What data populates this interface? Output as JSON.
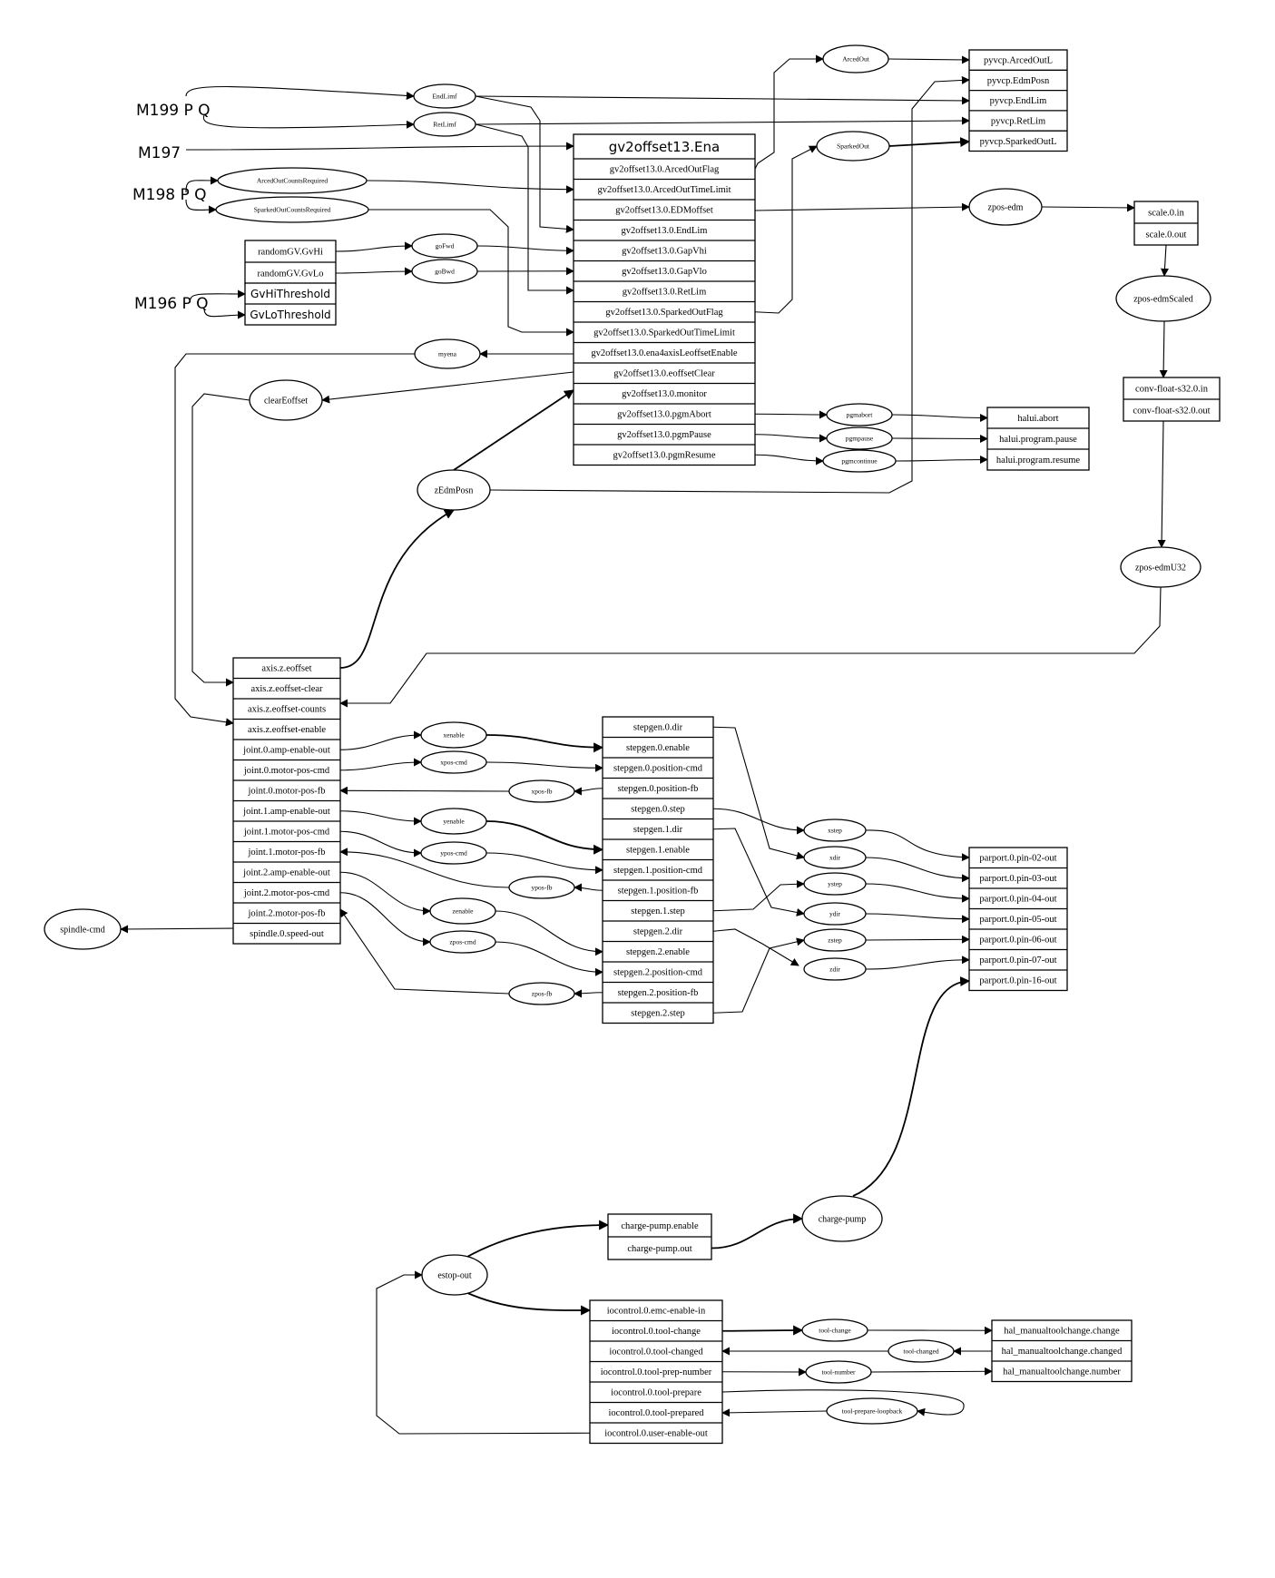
{
  "mcodes": [
    "M199 P Q",
    "M197",
    "M198 P Q",
    "M196 P Q"
  ],
  "boxes": {
    "gv2offset": {
      "title": "gv2offset13.Ena",
      "rows": [
        "gv2offset13.0.ArcedOutFlag",
        "gv2offset13.0.ArcedOutTimeLimit",
        "gv2offset13.0.EDMoffset",
        "gv2offset13.0.EndLim",
        "gv2offset13.0.GapVhi",
        "gv2offset13.0.GapVlo",
        "gv2offset13.0.RetLim",
        "gv2offset13.0.SparkedOutFlag",
        "gv2offset13.0.SparkedOutTimeLimit",
        "gv2offset13.0.ena4axisLeoffsetEnable",
        "gv2offset13.0.eoffsetClear",
        "gv2offset13.0.monitor",
        "gv2offset13.0.pgmAbort",
        "gv2offset13.0.pgmPause",
        "gv2offset13.0.pgmResume"
      ]
    },
    "pyvcp": {
      "rows": [
        "pyvcp.ArcedOutL",
        "pyvcp.EdmPosn",
        "pyvcp.EndLim",
        "pyvcp.RetLim",
        "pyvcp.SparkedOutL"
      ]
    },
    "random": {
      "rows": [
        "randomGV.GvHi",
        "randomGV.GvLo"
      ]
    },
    "threshold": {
      "rows": [
        "GvHiThreshold",
        "GvLoThreshold"
      ]
    },
    "scale": {
      "rows": [
        "scale.0.in",
        "scale.0.out"
      ]
    },
    "conv": {
      "rows": [
        "conv-float-s32.0.in",
        "conv-float-s32.0.out"
      ]
    },
    "halui": {
      "rows": [
        "halui.abort",
        "halui.program.pause",
        "halui.program.resume"
      ]
    },
    "axis": {
      "rows": [
        "axis.z.eoffset",
        "axis.z.eoffset-clear",
        "axis.z.eoffset-counts",
        "axis.z.eoffset-enable",
        "joint.0.amp-enable-out",
        "joint.0.motor-pos-cmd",
        "joint.0.motor-pos-fb",
        "joint.1.amp-enable-out",
        "joint.1.motor-pos-cmd",
        "joint.1.motor-pos-fb",
        "joint.2.amp-enable-out",
        "joint.2.motor-pos-cmd",
        "joint.2.motor-pos-fb",
        "spindle.0.speed-out"
      ]
    },
    "stepgen": {
      "rows": [
        "stepgen.0.dir",
        "stepgen.0.enable",
        "stepgen.0.position-cmd",
        "stepgen.0.position-fb",
        "stepgen.0.step",
        "stepgen.1.dir",
        "stepgen.1.enable",
        "stepgen.1.position-cmd",
        "stepgen.1.position-fb",
        "stepgen.1.step",
        "stepgen.2.dir",
        "stepgen.2.enable",
        "stepgen.2.position-cmd",
        "stepgen.2.position-fb",
        "stepgen.2.step"
      ]
    },
    "parport": {
      "rows": [
        "parport.0.pin-02-out",
        "parport.0.pin-03-out",
        "parport.0.pin-04-out",
        "parport.0.pin-05-out",
        "parport.0.pin-06-out",
        "parport.0.pin-07-out",
        "parport.0.pin-16-out"
      ]
    },
    "chargepump": {
      "rows": [
        "charge-pump.enable",
        "charge-pump.out"
      ]
    },
    "iocontrol": {
      "rows": [
        "iocontrol.0.emc-enable-in",
        "iocontrol.0.tool-change",
        "iocontrol.0.tool-changed",
        "iocontrol.0.tool-prep-number",
        "iocontrol.0.tool-prepare",
        "iocontrol.0.tool-prepared",
        "iocontrol.0.user-enable-out"
      ]
    },
    "manualtool": {
      "rows": [
        "hal_manualtoolchange.change",
        "hal_manualtoolchange.changed",
        "hal_manualtoolchange.number"
      ]
    }
  },
  "signals": {
    "ArcedOut": "ArcedOut",
    "SparkedOut": "SparkedOut",
    "EndLimf": "EndLimf",
    "RetLimf": "RetLimf",
    "ArcedOutCountsRequired": "ArcedOutCountsRequired",
    "SparkedOutCountsRequired": "SparkedOutCountsRequired",
    "goFwd": "goFwd",
    "goBwd": "goBwd",
    "zpos-edm": "zpos-edm",
    "zpos-edmScaled": "zpos-edmScaled",
    "myena": "myena",
    "clearEoffset": "clearEoffset",
    "pgmabort": "pgmabort",
    "pgmpause": "pgmpause",
    "pgmcontinue": "pgmcontinue",
    "zEdmPosn": "zEdmPosn",
    "zpos-edmU32": "zpos-edmU32",
    "xenable": "xenable",
    "xpos-cmd": "xpos-cmd",
    "xpos-fb": "xpos-fb",
    "yenable": "yenable",
    "ypos-cmd": "ypos-cmd",
    "ypos-fb": "ypos-fb",
    "zenable": "zenable",
    "zpos-cmd": "zpos-cmd",
    "zpos-fb": "zpos-fb",
    "xstep": "xstep",
    "xdir": "xdir",
    "ystep": "ystep",
    "ydir": "ydir",
    "zstep": "zstep",
    "zdir": "zdir",
    "spindle-cmd": "spindle-cmd",
    "charge-pump": "charge-pump",
    "estop-out": "estop-out",
    "tool-change": "tool-change",
    "tool-changed": "tool-changed",
    "tool-number": "tool-number",
    "tool-prepare-loopback": "tool-prepare-loopback"
  }
}
